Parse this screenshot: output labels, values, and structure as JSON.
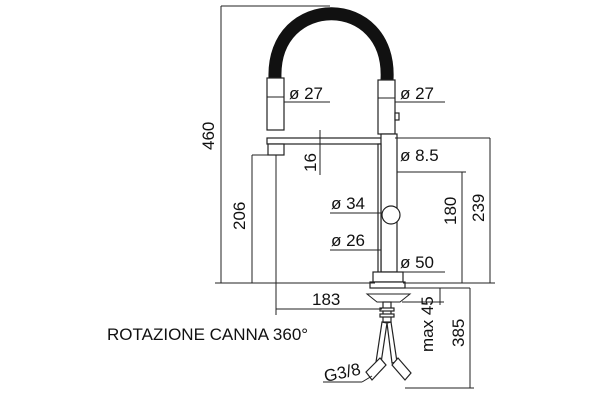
{
  "caption": "ROTAZIONE CANNA 360°",
  "dimensions": {
    "total_height": "460",
    "spout_height": "206",
    "left_diameter": "ø 27",
    "right_diameter": "ø 27",
    "pipe_offset": "16",
    "thin_pipe": "ø 8.5",
    "handle": "ø 34",
    "body": "ø 26",
    "base": "ø 50",
    "reach": "183",
    "upper_height": "180",
    "right_height": "239",
    "max_deck": "max 45",
    "below_deck": "385",
    "connection": "G3/8"
  }
}
